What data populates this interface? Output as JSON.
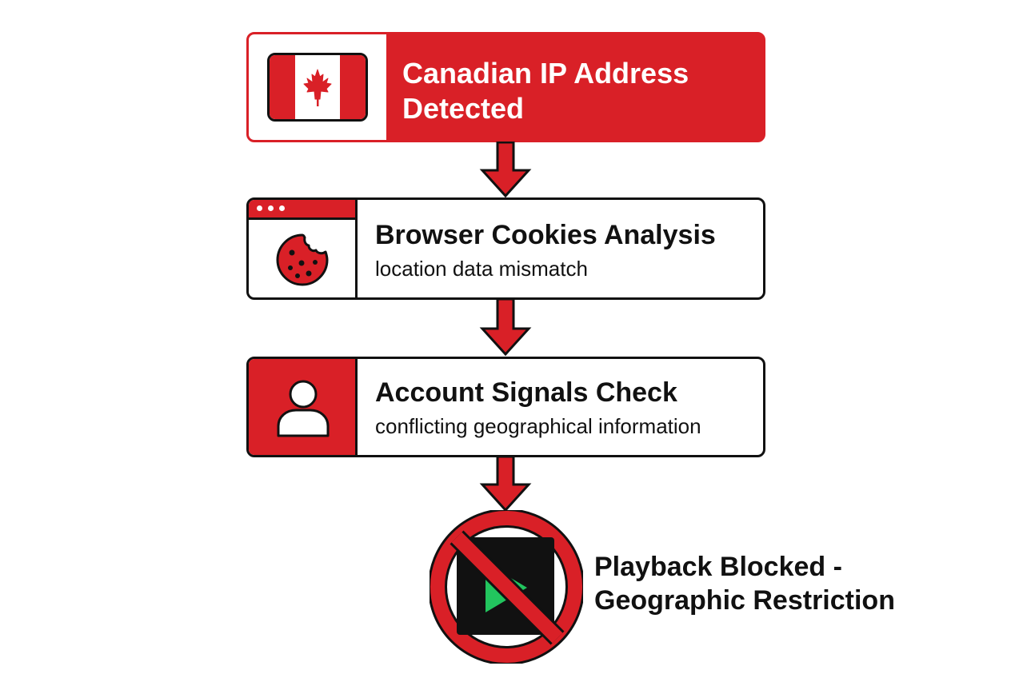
{
  "steps": [
    {
      "title": "Canadian IP Address Detected",
      "icon": "canada-flag-icon"
    },
    {
      "title": "Browser Cookies Analysis",
      "subtitle": "location data mismatch",
      "icon": "cookie-icon"
    },
    {
      "title": "Account Signals Check",
      "subtitle": "conflicting geographical information",
      "icon": "user-icon"
    }
  ],
  "result": {
    "title_line1": "Playback Blocked -",
    "title_line2": "Geographic Restriction",
    "icon": "blocked-play-icon"
  },
  "colors": {
    "accent": "#d92027",
    "ink": "#111111",
    "play": "#22c55e",
    "background": "#ffffff"
  }
}
